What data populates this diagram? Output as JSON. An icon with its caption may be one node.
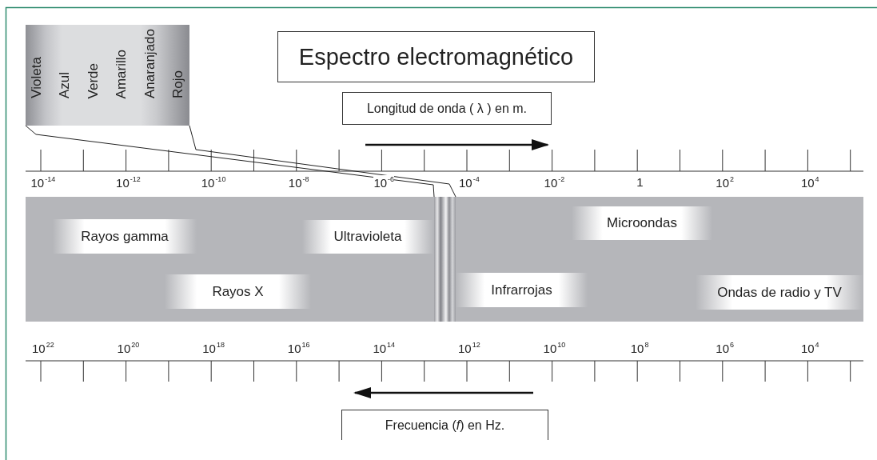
{
  "diagram": {
    "nodes": [
      {
        "text": [
          "Espectro electromagnético"
        ]
      },
      {
        "text": [
          "Violeta",
          "Azul",
          "Verde",
          "Amarillo",
          "Anaranjado",
          "Rojo"
        ]
      },
      {
        "text": [
          "Longitud de onda ( λ ) en m."
        ]
      },
      {
        "text": [],
        "shape": "bar"
      },
      {
        "text": [
          "Rayos gamma"
        ],
        "in": 3
      },
      {
        "text": [
          "Ultravioleta"
        ],
        "in": 3
      },
      {
        "text": [
          "Microondas"
        ],
        "in": 3
      },
      {
        "text": [
          "Rayos X"
        ],
        "in": 3
      },
      {
        "text": [
          "Infrarrojas"
        ],
        "in": 3
      },
      {
        "text": [
          "Ondas de radio y TV"
        ],
        "in": 3
      },
      {
        "text": [],
        "shape": "bar",
        "in": 3
      },
      {
        "text": [
          "Frecuencia (*f*) en Hz."
        ]
      }
    ],
    "edges": [
      {
        "from": 1,
        "to": 10,
        "arrow": "none"
      },
      {
        "from": 1,
        "to": 10,
        "arrow": "none"
      }
    ],
    "labels": [
      "10$^{-14}$",
      "10$^{-12}$",
      "10$^{-10}$",
      "10$^{-8}$",
      "10$^{-6}$",
      "10$^{-4}$",
      "10$^{-2}$",
      "1",
      "10$^{2}$",
      "10$^{4}$",
      "10$^{22}$",
      "10$^{20}$",
      "10$^{18}$",
      "10$^{16}$",
      "10$^{14}$",
      "10$^{12}$",
      "10$^{10}$",
      "10$^{8}$",
      "10$^{6}$",
      "10$^{4}$"
    ]
  }
}
